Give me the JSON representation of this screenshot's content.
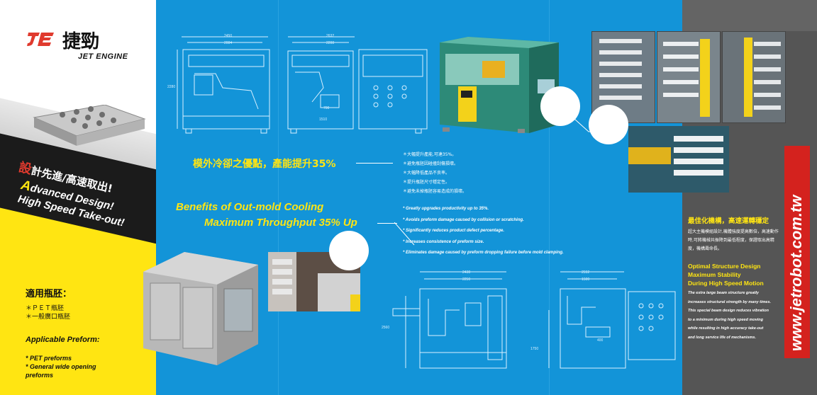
{
  "brand": {
    "logo_mark": "JE",
    "name_cn": "捷勁",
    "name_en": "JET ENGINE"
  },
  "left": {
    "headline_cn_first": "設",
    "headline_cn_rest": "計先進/高速取出!",
    "headline_en_first": "A",
    "headline_en_line1_rest": "dvanced Design!",
    "headline_en_line2": "High Speed Take-out!",
    "preform_title_cn": "適用瓶胚：",
    "preform_items_cn": [
      "＊ＰＥＴ瓶胚",
      "＊一般廣口瓶胚"
    ],
    "preform_title_en": "Applicable Preform:",
    "preform_items_en": [
      "* PET preforms",
      "* General wide opening",
      "preforms"
    ]
  },
  "center": {
    "title_cn": "模外冷卻之優點，產能提升35%",
    "title_en_line1": "Benefits of Out-mold Cooling",
    "title_en_line2": "Maximum Throughput 35% Up",
    "bullets_cn": [
      "＊大幅提升產能,可達35%。",
      "＊避免瓶胚因碰撞刮傷損壞。",
      "＊大幅降低產品不良率。",
      "＊提升瓶胚尺寸穩定性。",
      "＊避免未掉瓶胚容易造成的損壞。"
    ],
    "bullets_en": [
      "* Greatly upgrades productivity up to 35%.",
      "* Avoids preform damage caused by collision or scratching.",
      "* Significantly reduces product defect percentage.",
      "* Increases consistence of preform size.",
      "* Eliminates damage caused by preform dropping failure before mold clamping."
    ],
    "drawing_dims": {
      "top_left": [
        "2450",
        "2084",
        "2280"
      ],
      "top_right": [
        "2632",
        "2208",
        "700",
        "1510"
      ],
      "bottom_left": [
        "2438",
        "2250",
        "2560"
      ],
      "bottom_right": [
        "2592",
        "1500",
        "1750",
        "400"
      ]
    }
  },
  "right": {
    "title_cn": "最佳化機構，高速運轉穩定",
    "body_cn": "超大主機模組設計,機體強度提高數倍，高速動作時,可將機械共振降到最低程度，保證取出高精度，機構壽命長。",
    "title_en": [
      "Optimal Structure Design",
      "Maximum Stability",
      "During High Speed Motion"
    ],
    "body_en": [
      "The extra large beam structure greatly",
      "increases structural strength by many times.",
      "This special beam design reduces vibration",
      "to a minimum during high speed moving",
      "while resulting in high accuracy take-out",
      "and long service life of mechanisms."
    ],
    "url": "www.jetrobot.com.tw"
  },
  "colors": {
    "blue": "#1394d8",
    "yellow": "#ffe512",
    "red": "#d4221e",
    "gray": "#555555",
    "black": "#1b1b1b"
  }
}
